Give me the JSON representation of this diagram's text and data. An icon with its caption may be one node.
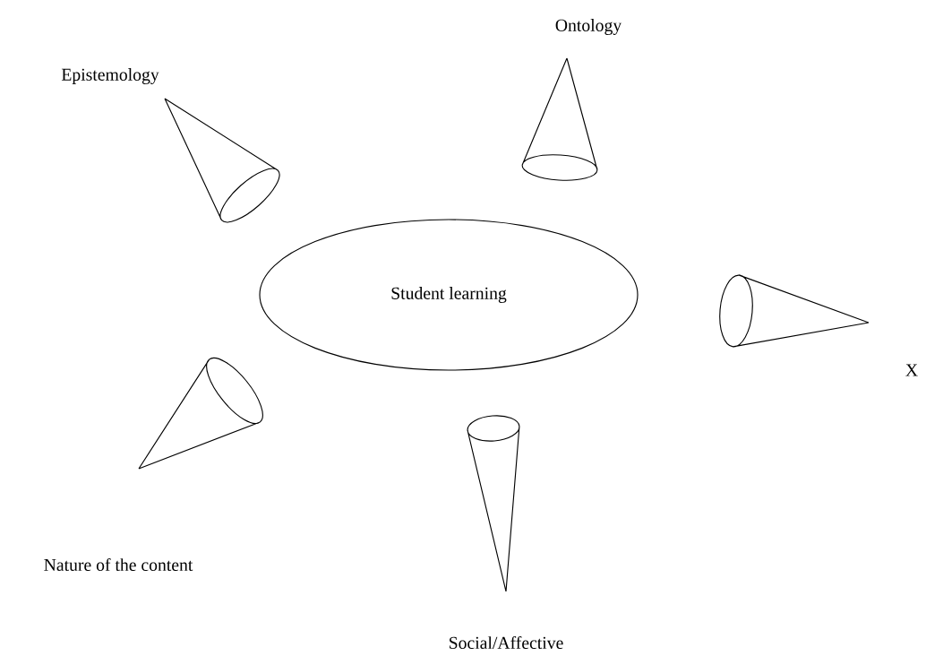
{
  "diagram": {
    "nodes": [
      {
        "text": [
          "Student learning"
        ]
      },
      {
        "text": [],
        "shape": "cone",
        "beside": [
          "Epistemology"
        ]
      },
      {
        "text": [],
        "shape": "cone",
        "beside": [
          "Ontology"
        ]
      },
      {
        "text": [],
        "shape": "cone",
        "beside": [
          "X"
        ]
      },
      {
        "text": [],
        "shape": "cone"
      },
      {
        "text": [],
        "shape": "cone",
        "beside": [
          "Social/Affective"
        ]
      }
    ],
    "labels": [
      "Nature of the content"
    ]
  }
}
